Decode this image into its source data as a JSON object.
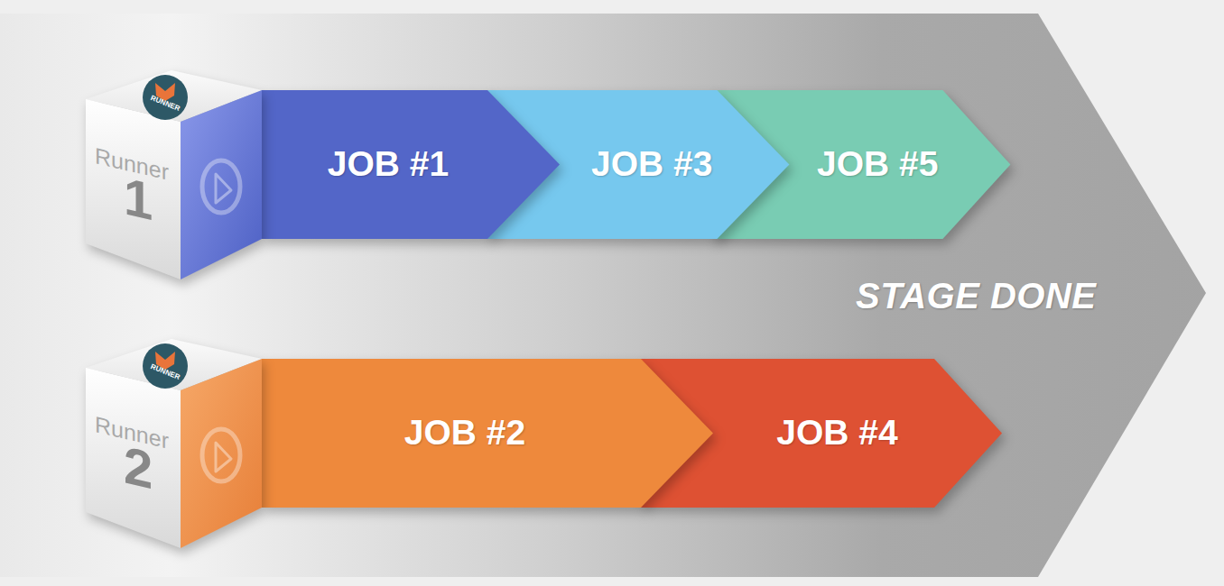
{
  "diagram": {
    "nodes": [
      {
        "text": [
          "STAGE DONE"
        ]
      },
      {
        "text": [
          "Runner",
          "1"
        ],
        "in": 0
      },
      {
        "text": [
          "JOB #1"
        ],
        "in": 0
      },
      {
        "text": [
          "JOB #3"
        ],
        "in": 0
      },
      {
        "text": [
          "JOB #5"
        ],
        "in": 0
      },
      {
        "text": [
          "Runner",
          "2"
        ],
        "in": 0
      },
      {
        "text": [
          "JOB #2"
        ],
        "in": 0
      },
      {
        "text": [
          "JOB #4"
        ],
        "in": 0
      }
    ],
    "labels": [
      "RUNNER",
      "RUNNER"
    ]
  }
}
